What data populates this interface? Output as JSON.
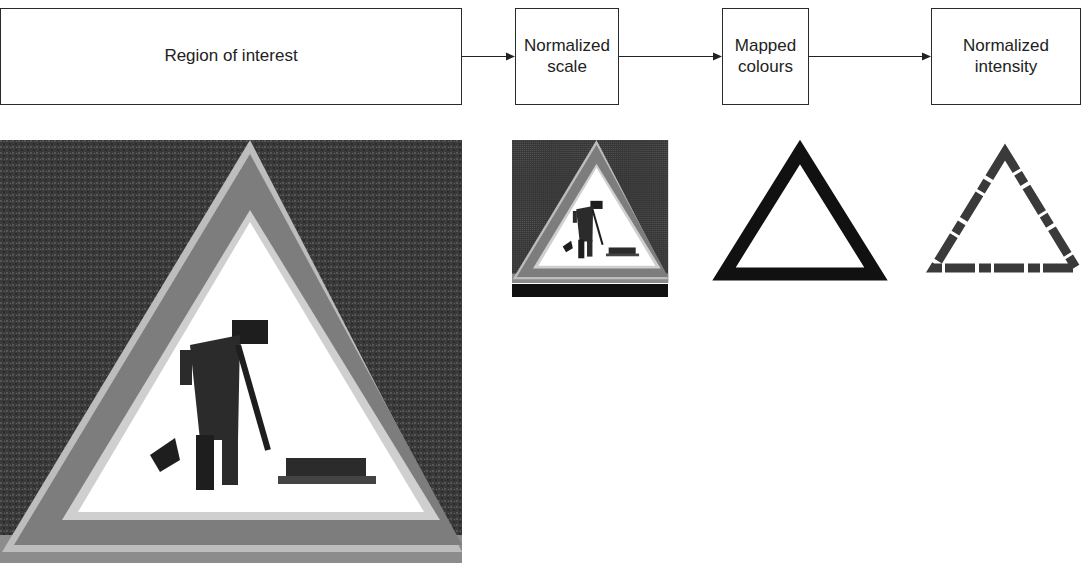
{
  "diagram": {
    "nodes": [
      {
        "text": [
          "Region of interest"
        ]
      },
      {
        "text": [
          "Normalized scale"
        ]
      },
      {
        "text": [
          "Mapped colours"
        ]
      },
      {
        "text": [
          "Normalized intensity"
        ]
      }
    ],
    "edges": [
      {
        "from": 0,
        "to": 1,
        "arrow": "to"
      },
      {
        "from": 1,
        "to": 2,
        "arrow": "to"
      },
      {
        "from": 2,
        "to": 3,
        "arrow": "to"
      }
    ]
  }
}
